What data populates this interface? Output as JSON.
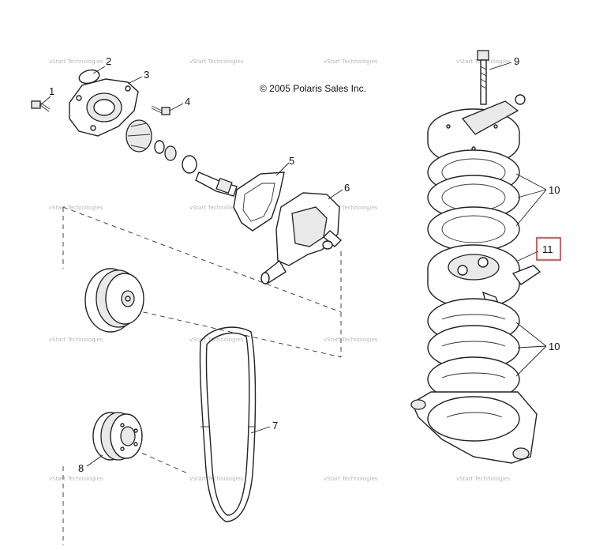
{
  "copyright": "© 2005 Polaris Sales Inc.",
  "watermark": {
    "line1": "vStart",
    "line2": "Technologies"
  },
  "callouts": [
    {
      "id": "1",
      "label": "1"
    },
    {
      "id": "2",
      "label": "2"
    },
    {
      "id": "3",
      "label": "3"
    },
    {
      "id": "4",
      "label": "4"
    },
    {
      "id": "5",
      "label": "5"
    },
    {
      "id": "6",
      "label": "6"
    },
    {
      "id": "7",
      "label": "7"
    },
    {
      "id": "8",
      "label": "8"
    },
    {
      "id": "9",
      "label": "9"
    },
    {
      "id": "10a",
      "label": "10"
    },
    {
      "id": "10b",
      "label": "10"
    },
    {
      "id": "11",
      "label": "11",
      "highlighted": true
    }
  ],
  "colors": {
    "line": "#222222",
    "highlight": "#e03030",
    "watermark": "#b8b8b8"
  }
}
